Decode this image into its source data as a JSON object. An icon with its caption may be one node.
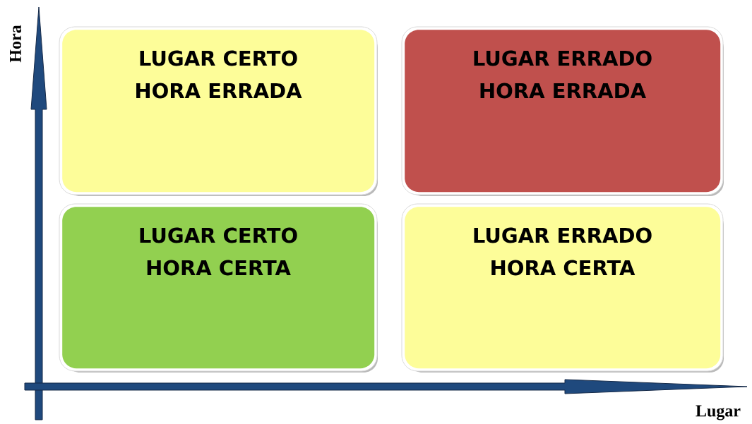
{
  "diagram": {
    "nodes": [
      {
        "text": [
          "LUGAR CERTO",
          "HORA ERRADA"
        ]
      },
      {
        "text": [
          "LUGAR ERRADO",
          "HORA ERRADA"
        ]
      },
      {
        "text": [
          "LUGAR CERTO",
          "HORA CERTA"
        ]
      },
      {
        "text": [
          "LUGAR ERRADO",
          "HORA CERTA"
        ]
      }
    ],
    "labels": [
      "Hora",
      "Lugar"
    ]
  }
}
